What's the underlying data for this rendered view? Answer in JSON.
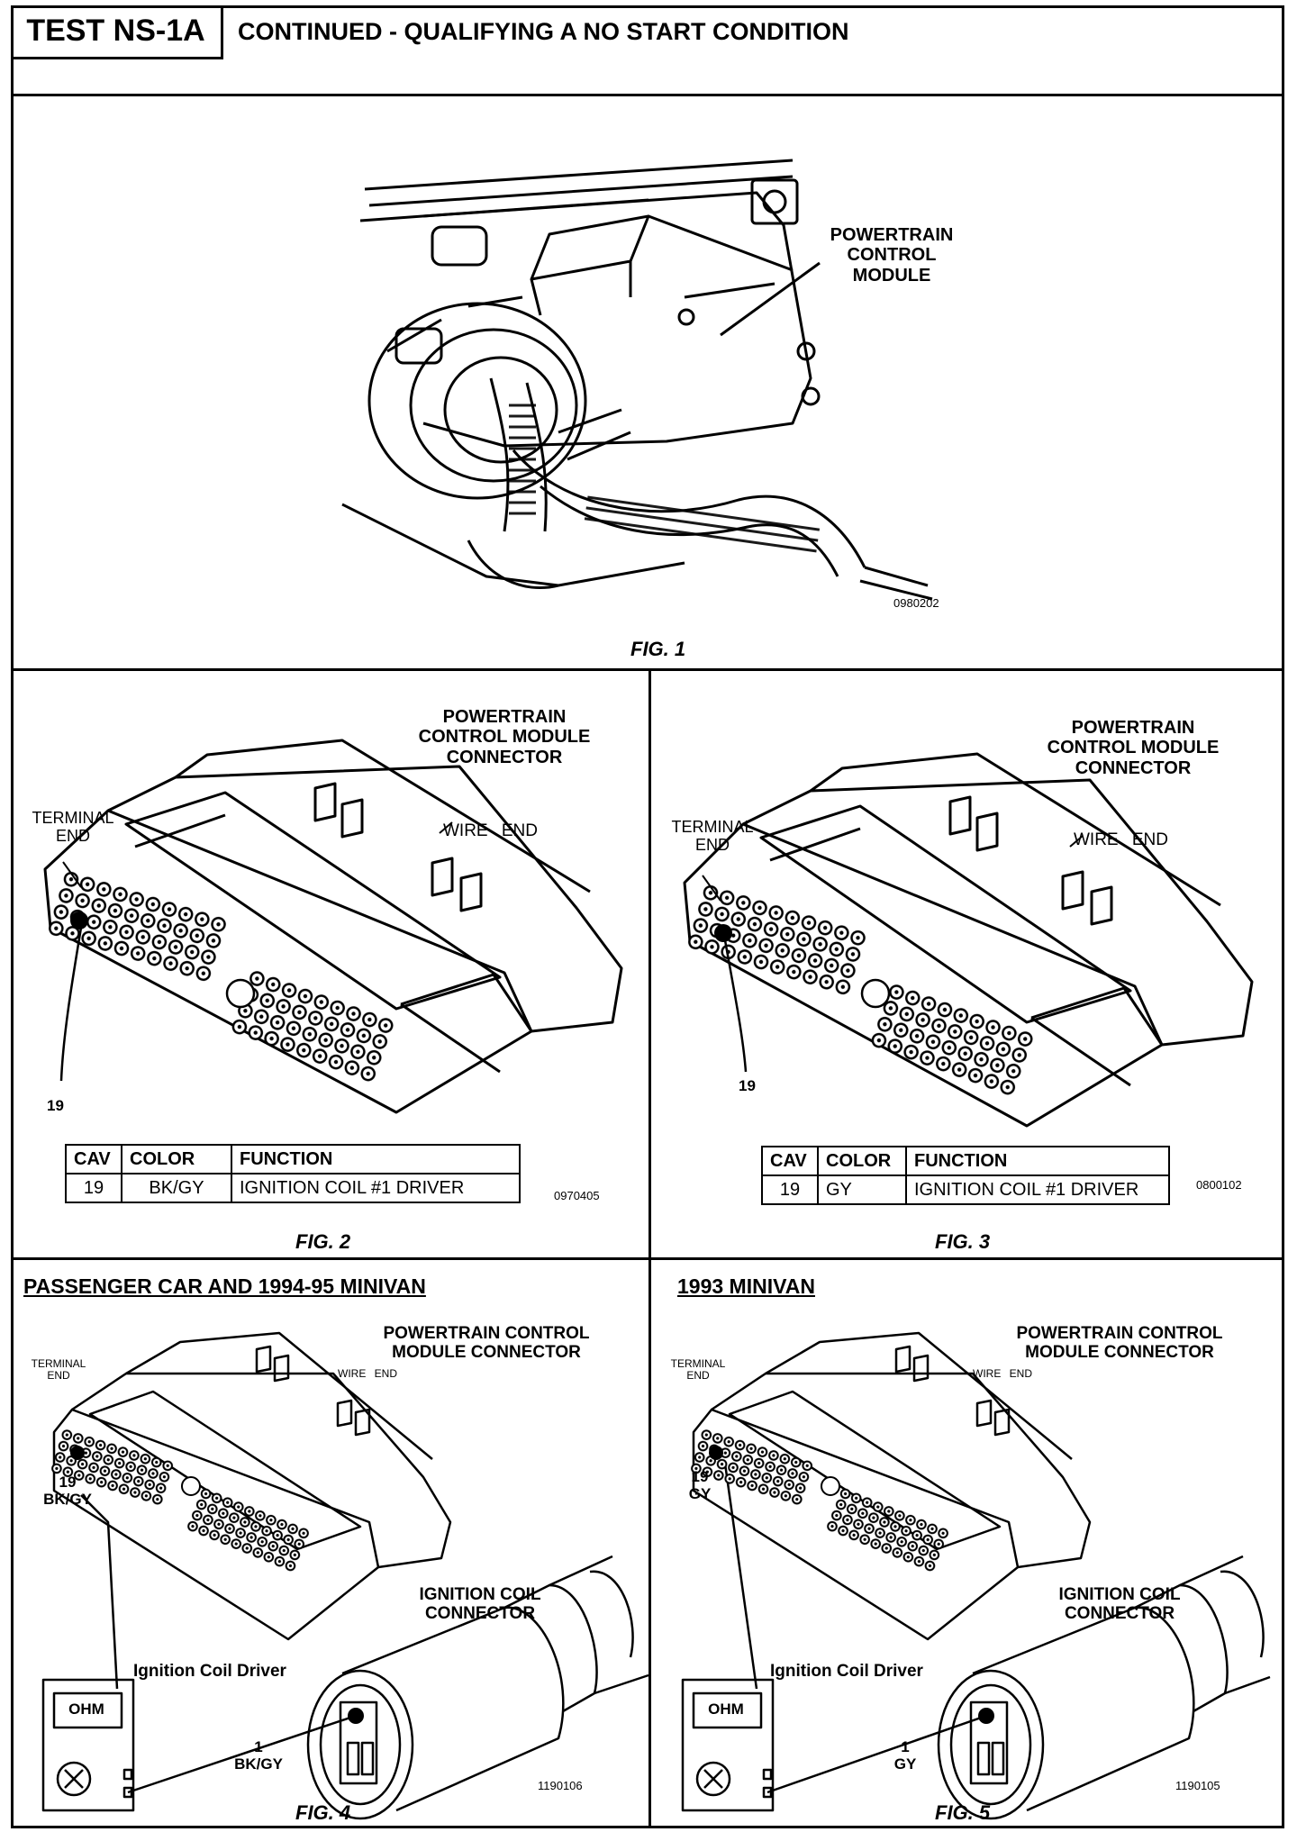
{
  "header": {
    "test_id": "TEST NS-1A",
    "title": "CONTINUED - QUALIFYING A NO START CONDITION"
  },
  "fig1": {
    "caption": "FIG. 1",
    "label_l1": "POWERTRAIN",
    "label_l2": "CONTROL",
    "label_l3": "MODULE",
    "code": "0980202"
  },
  "fig2": {
    "caption": "FIG. 2",
    "label_l1": "POWERTRAIN",
    "label_l2": "CONTROL MODULE",
    "label_l3": "CONNECTOR",
    "terminal_end_l1": "TERMINAL",
    "terminal_end_l2": "END",
    "wire_end": "WIRE END",
    "pin": "19",
    "code": "0970405",
    "table": {
      "h_cav": "CAV",
      "h_color": "COLOR",
      "h_function": "FUNCTION",
      "cav": "19",
      "color": "BK/GY",
      "function": "IGNITION COIL #1 DRIVER"
    }
  },
  "fig3": {
    "caption": "FIG. 3",
    "label_l1": "POWERTRAIN",
    "label_l2": "CONTROL MODULE",
    "label_l3": "CONNECTOR",
    "terminal_end_l1": "TERMINAL",
    "terminal_end_l2": "END",
    "wire_end": "WIRE END",
    "pin": "19",
    "code": "0800102",
    "table": {
      "h_cav": "CAV",
      "h_color": "COLOR",
      "h_function": "FUNCTION",
      "cav": "19",
      "color": "GY",
      "function": "IGNITION COIL #1 DRIVER"
    }
  },
  "fig4": {
    "caption": "FIG. 4",
    "section": "PASSENGER CAR AND 1994-95 MINIVAN",
    "pcm_l1": "POWERTRAIN CONTROL",
    "pcm_l2": "MODULE CONNECTOR",
    "terminal_end_l1": "TERMINAL",
    "terminal_end_l2": "END",
    "wire_end": "WIRE END",
    "pin": "19",
    "pin_color": "BK/GY",
    "coil_l1": "IGNITION COIL",
    "coil_l2": "CONNECTOR",
    "driver": "Ignition Coil Driver",
    "coil_pin": "1",
    "coil_pin_color": "BK/GY",
    "meter": "OHM",
    "code": "1190106"
  },
  "fig5": {
    "caption": "FIG. 5",
    "section": "1993 MINIVAN",
    "pcm_l1": "POWERTRAIN CONTROL",
    "pcm_l2": "MODULE CONNECTOR",
    "terminal_end_l1": "TERMINAL",
    "terminal_end_l2": "END",
    "wire_end": "WIRE END",
    "pin": "19",
    "pin_color": "GY",
    "coil_l1": "IGNITION COIL",
    "coil_l2": "CONNECTOR",
    "driver": "Ignition Coil Driver",
    "coil_pin": "1",
    "coil_pin_color": "GY",
    "meter": "OHM",
    "code": "1190105"
  }
}
